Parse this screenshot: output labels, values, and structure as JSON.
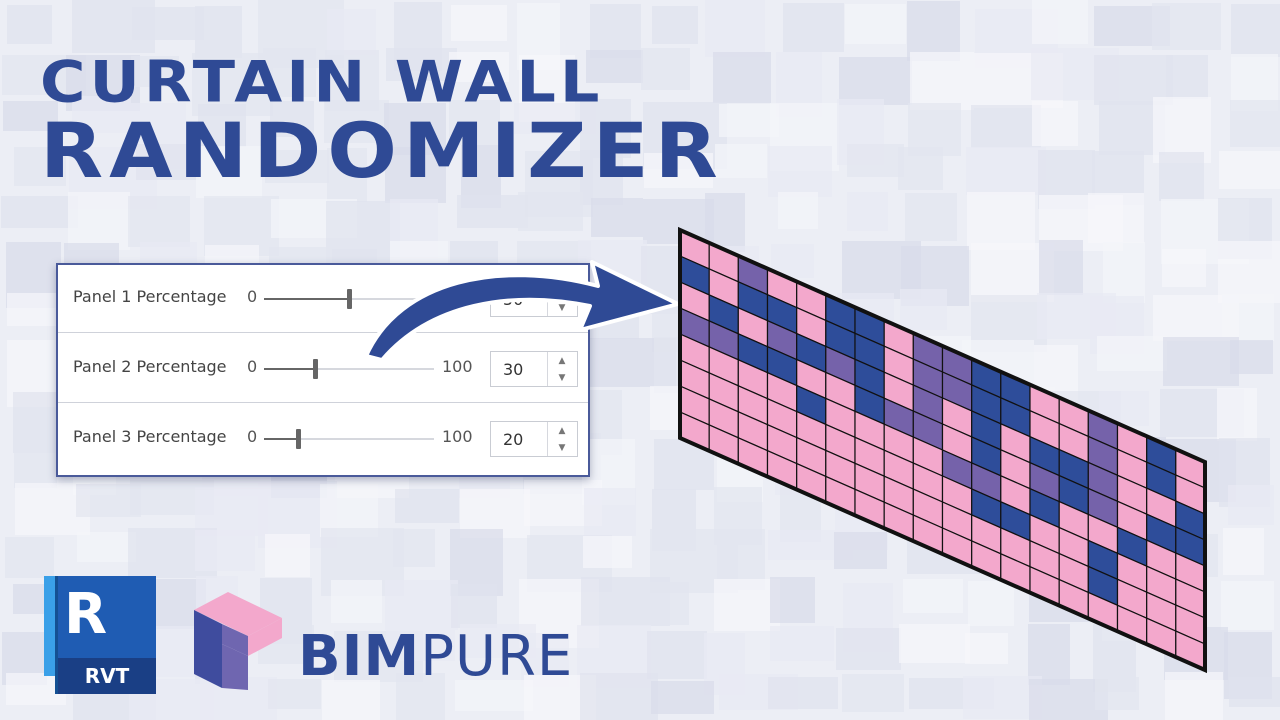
{
  "title": {
    "line1": "CURTAIN WALL",
    "line2": "RANDOMIZER"
  },
  "panel": {
    "rows": [
      {
        "label": "Panel 1 Percentage",
        "min": "0",
        "max": "100",
        "value": "50",
        "percent": 50
      },
      {
        "label": "Panel 2 Percentage",
        "min": "0",
        "max": "100",
        "value": "30",
        "percent": 30
      },
      {
        "label": "Panel 3 Percentage",
        "min": "0",
        "max": "100",
        "value": "20",
        "percent": 20
      }
    ],
    "spin_up_icon": "triangle-up",
    "spin_down_icon": "triangle-down"
  },
  "wall": {
    "colors": {
      "pink": "#f3a8cc",
      "blue": "#2e4d9a",
      "purple": "#7562aa"
    },
    "grid": [
      "PPUPPBBPUUBBPPUPBP",
      "BPBBPBBPUUBBPPUPBP",
      "PBPUBUBPUPBPBBUPPB",
      "UUBBPPBUUPBPUBUPBB",
      "PPPPBPPPPUUPBPPBPP",
      "PPPPPPPPPPBBPPBPPP",
      "PPPPPPPPPPPPPPBPPP",
      "PPPPPPPPPPPPPPPPPP"
    ]
  },
  "accent_color": "#2f4a95",
  "revit": {
    "letter": "R",
    "tag": "RVT"
  },
  "brand": {
    "part1": "BIM",
    "part2": "PURE"
  }
}
